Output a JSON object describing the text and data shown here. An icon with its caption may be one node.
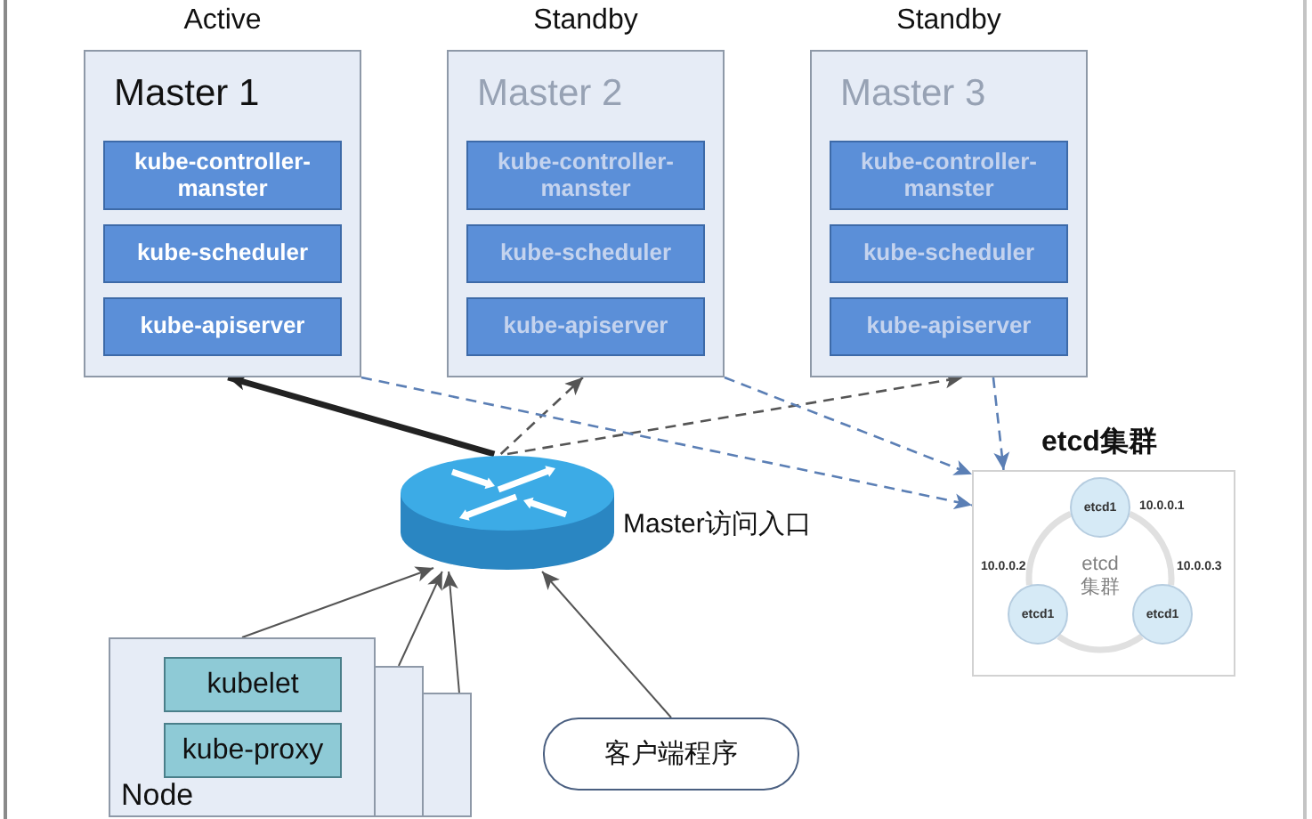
{
  "diagram": {
    "nodes": [
      {
        "text": [
          "Master 1"
        ],
        "beside": [
          "Active"
        ]
      },
      {
        "text": [
          "kube-controller-manster"
        ],
        "in": 0
      },
      {
        "text": [
          "kube-scheduler"
        ],
        "in": 0
      },
      {
        "text": [
          "kube-apiserver"
        ],
        "in": 0
      },
      {
        "text": [
          "Master 2"
        ],
        "beside": [
          "Standby"
        ]
      },
      {
        "text": [
          "kube-controller-manster"
        ],
        "in": 4
      },
      {
        "text": [
          "kube-scheduler"
        ],
        "in": 4
      },
      {
        "text": [
          "kube-apiserver"
        ],
        "in": 4
      },
      {
        "text": [
          "Master 3"
        ],
        "beside": [
          "Standby"
        ]
      },
      {
        "text": [
          "kube-controller-manster"
        ],
        "in": 8
      },
      {
        "text": [
          "kube-scheduler"
        ],
        "in": 8
      },
      {
        "text": [
          "kube-apiserver"
        ],
        "in": 8
      },
      {
        "text": [],
        "shape": "cylinder",
        "beside": [
          "Master访问入口"
        ]
      },
      {
        "text": [
          "etcd集群"
        ]
      },
      {
        "text": [
          "etcd1"
        ],
        "in": 13,
        "beside": [
          "10.0.0.1"
        ]
      },
      {
        "text": [
          "etcd1"
        ],
        "in": 13,
        "beside": [
          "10.0.0.2"
        ]
      },
      {
        "text": [
          "etcd1"
        ],
        "in": 13,
        "beside": [
          "10.0.0.3"
        ]
      },
      {
        "text": [
          "Node"
        ]
      },
      {
        "text": [
          "kubelet"
        ],
        "in": 17
      },
      {
        "text": [
          "kube-proxy"
        ],
        "in": 17
      },
      {
        "text": [],
        "shape": "box"
      },
      {
        "text": [],
        "shape": "box"
      },
      {
        "text": [
          "客户端程序"
        ]
      }
    ],
    "edges": [
      {
        "from": 12,
        "to": 0,
        "arrow": "to",
        "style": "thick",
        "color": "#222222"
      },
      {
        "from": 12,
        "to": 4,
        "arrow": "to",
        "style": "dashed"
      },
      {
        "from": 12,
        "to": 8,
        "arrow": "to",
        "style": "dashed"
      },
      {
        "from": 0,
        "to": 13,
        "arrow": "to",
        "style": "dashed",
        "color": "#5b7fb5"
      },
      {
        "from": 4,
        "to": 13,
        "arrow": "to",
        "style": "dashed",
        "color": "#5b7fb5"
      },
      {
        "from": 8,
        "to": 13,
        "arrow": "to",
        "style": "dashed",
        "color": "#5b7fb5"
      },
      {
        "from": 17,
        "to": 12,
        "arrow": "to"
      },
      {
        "from": 20,
        "to": 12,
        "arrow": "to"
      },
      {
        "from": 21,
        "to": 12,
        "arrow": "to"
      },
      {
        "from": 22,
        "to": 12,
        "arrow": "to"
      },
      {
        "from": 14,
        "to": 15,
        "arrow": "none",
        "style": "thick",
        "color": "#e0e0e0"
      },
      {
        "from": 15,
        "to": 16,
        "arrow": "none",
        "style": "thick",
        "color": "#e0e0e0"
      },
      {
        "from": 16,
        "to": 14,
        "arrow": "none",
        "style": "thick",
        "color": "#e0e0e0"
      }
    ],
    "labels": [
      "etcd 集群"
    ]
  }
}
